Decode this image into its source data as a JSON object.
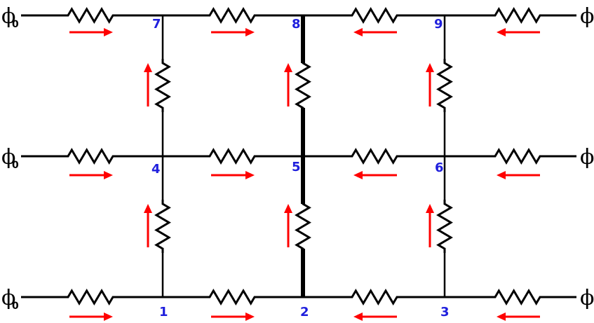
{
  "colors": {
    "wire": "#000000",
    "current_arrow": "#ff0000",
    "node_label": "#1f1fdd",
    "background": "#ffffff"
  },
  "nodes": [
    {
      "label": "1"
    },
    {
      "label": "2"
    },
    {
      "label": "3"
    },
    {
      "label": "4"
    },
    {
      "label": "5"
    },
    {
      "label": "6"
    },
    {
      "label": "7"
    },
    {
      "label": "8"
    },
    {
      "label": "9"
    }
  ],
  "left_terminals": [
    {
      "symbol": "ϕ",
      "subscript": "0"
    },
    {
      "symbol": "ϕ",
      "subscript": "0"
    },
    {
      "symbol": "ϕ",
      "subscript": "0"
    }
  ],
  "right_terminals": [
    {
      "symbol": "ϕ"
    },
    {
      "symbol": "ϕ"
    },
    {
      "symbol": "ϕ"
    }
  ],
  "current_directions": {
    "horizontal": [
      [
        "right",
        "right",
        "left",
        "left"
      ],
      [
        "right",
        "right",
        "left",
        "left"
      ],
      [
        "right",
        "right",
        "left",
        "left"
      ]
    ],
    "vertical": [
      [
        "up",
        "up",
        "up"
      ],
      [
        "up",
        "up",
        "up"
      ]
    ]
  }
}
